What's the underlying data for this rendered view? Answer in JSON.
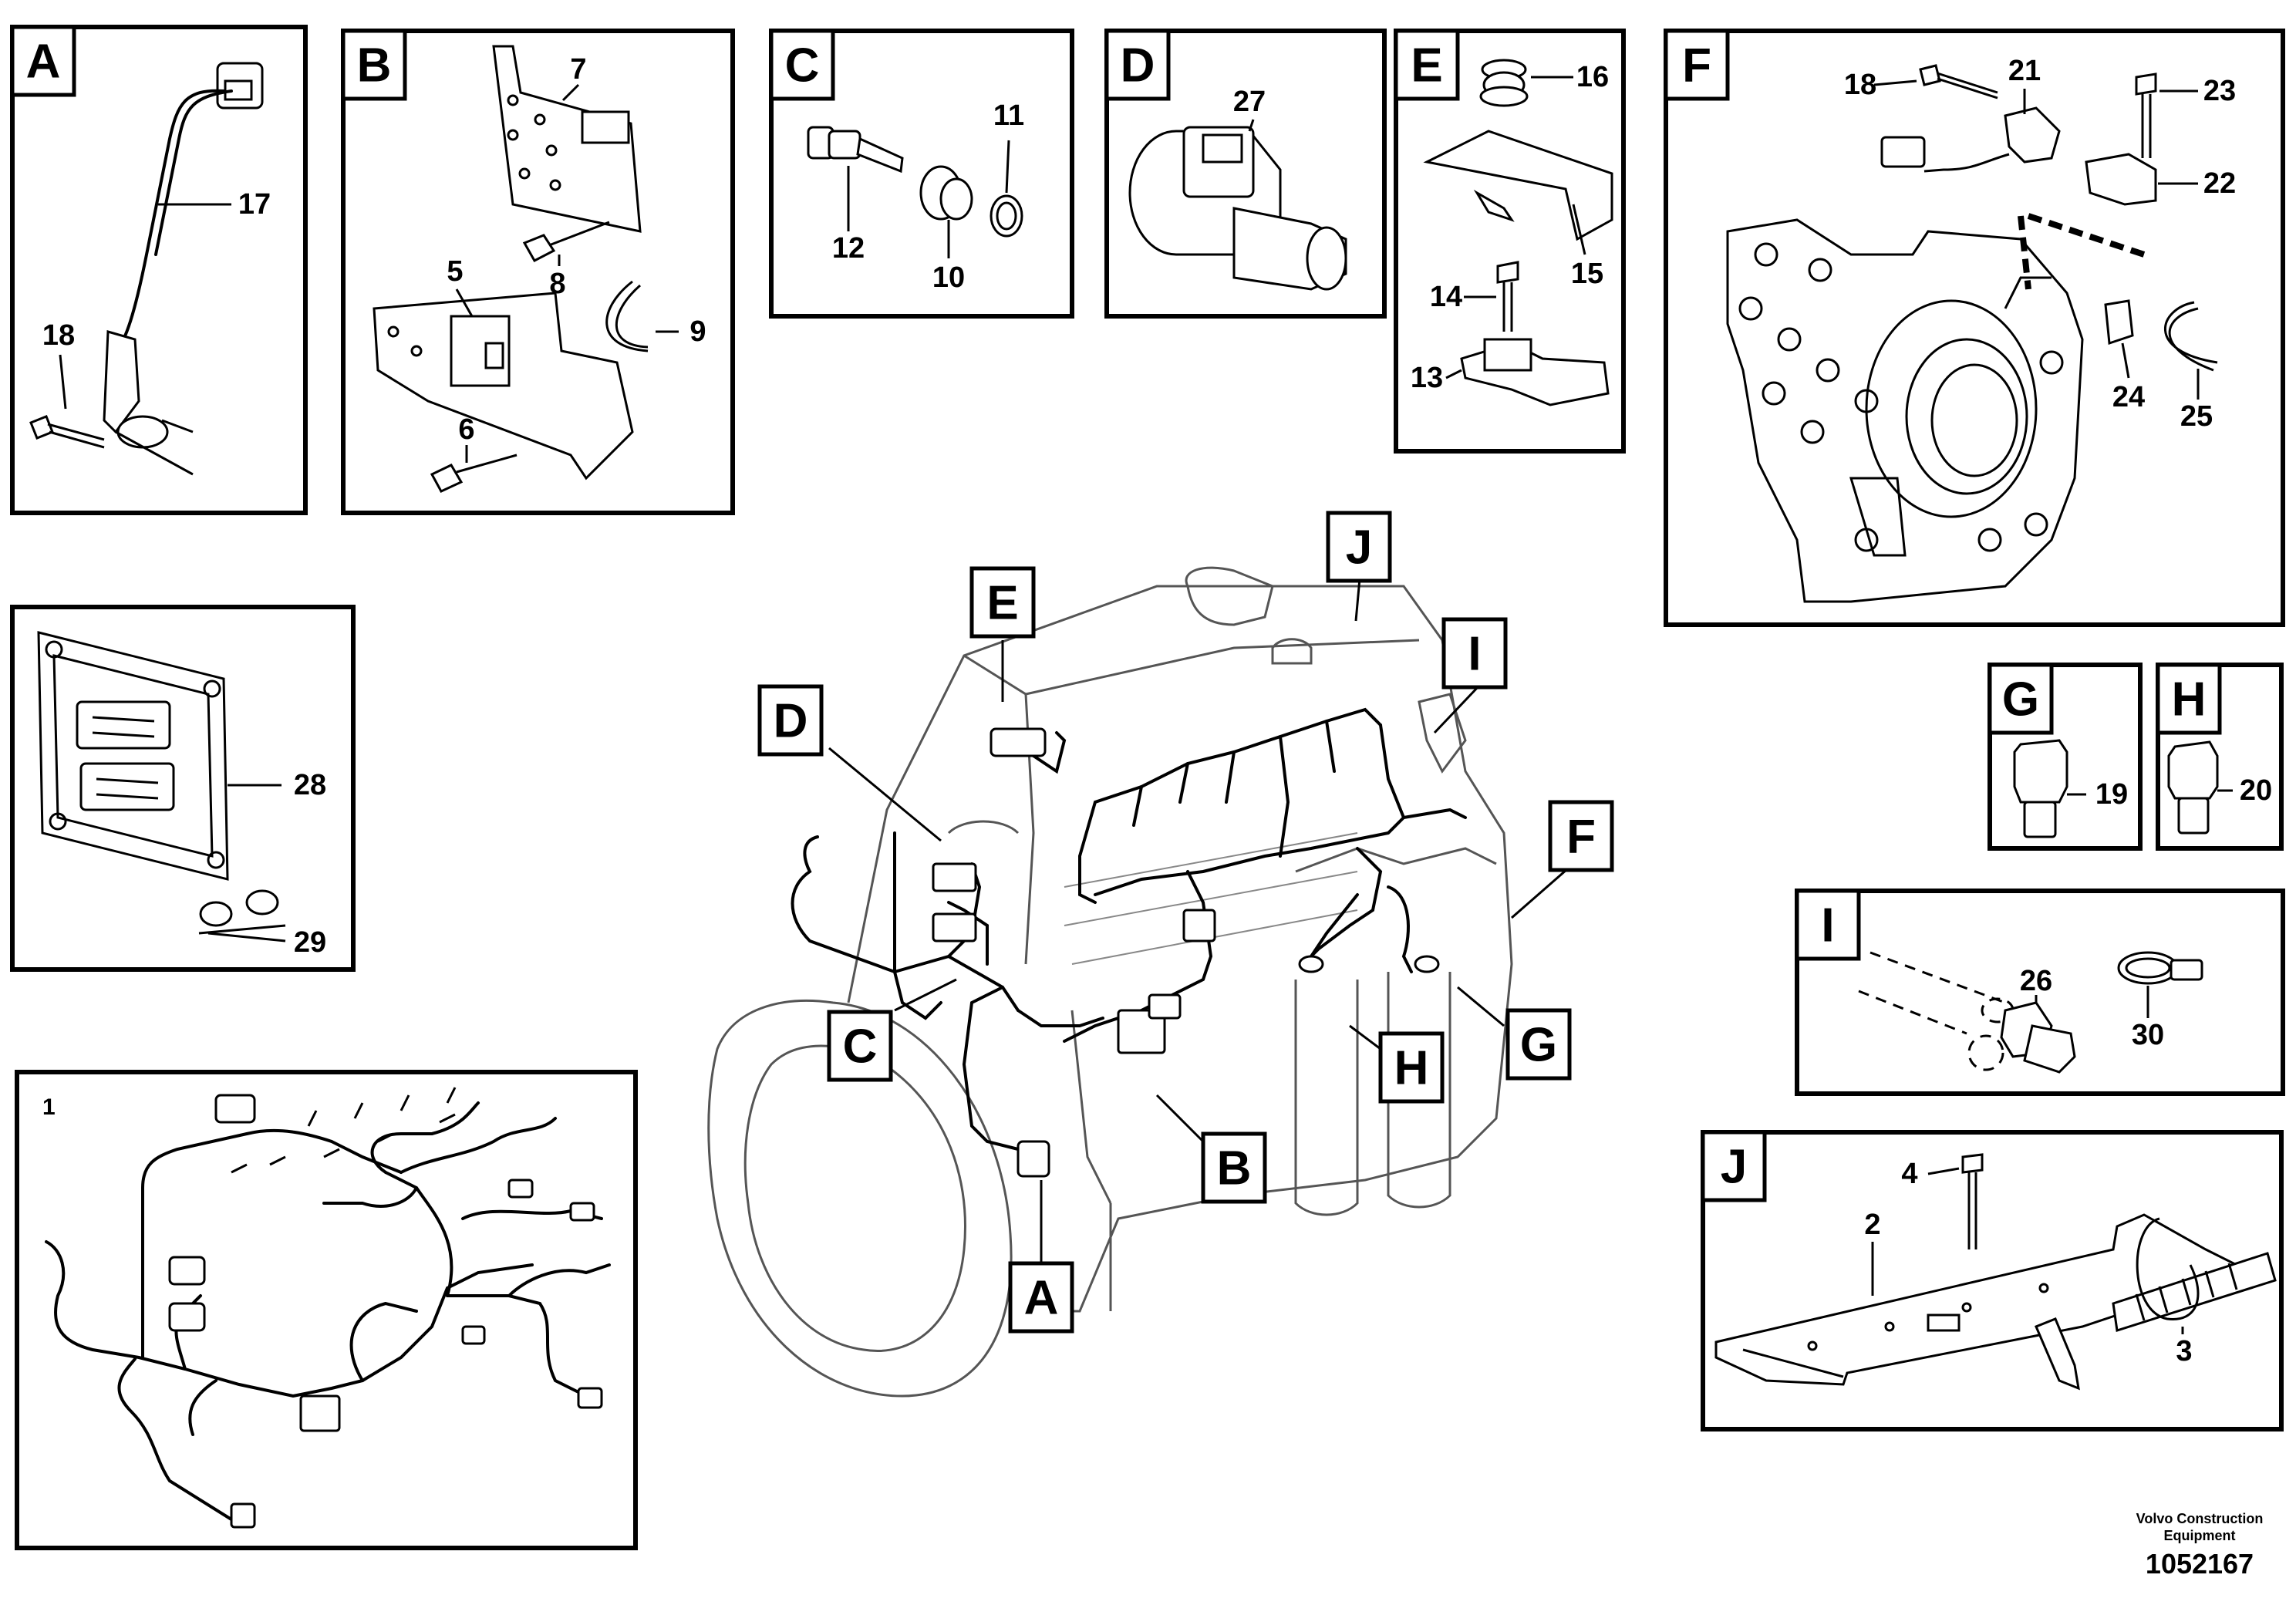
{
  "panels": {
    "A": {
      "tag": "A",
      "callouts": [
        "17",
        "18"
      ]
    },
    "B": {
      "tag": "B",
      "callouts": [
        "7",
        "8",
        "5",
        "9",
        "6"
      ]
    },
    "C": {
      "tag": "C",
      "callouts": [
        "11",
        "12",
        "10"
      ]
    },
    "D": {
      "tag": "D",
      "callouts": [
        "27"
      ]
    },
    "E": {
      "tag": "E",
      "callouts": [
        "16",
        "15",
        "14",
        "13"
      ]
    },
    "F": {
      "tag": "F",
      "callouts": [
        "18",
        "21",
        "23",
        "22",
        "24",
        "25"
      ]
    },
    "ecu": {
      "callouts": [
        "28",
        "29"
      ]
    },
    "G": {
      "tag": "G",
      "callouts": [
        "19"
      ]
    },
    "H": {
      "tag": "H",
      "callouts": [
        "20"
      ]
    },
    "I": {
      "tag": "I",
      "callouts": [
        "26",
        "30"
      ]
    },
    "harness": {
      "label": "1"
    },
    "J": {
      "tag": "J",
      "callouts": [
        "4",
        "2",
        "3"
      ]
    }
  },
  "engine_tags": [
    "E",
    "J",
    "I",
    "D",
    "F",
    "C",
    "B",
    "H",
    "G",
    "A"
  ],
  "footer": {
    "line1": "Volvo Construction",
    "line2": "Equipment",
    "ref": "1052167"
  }
}
